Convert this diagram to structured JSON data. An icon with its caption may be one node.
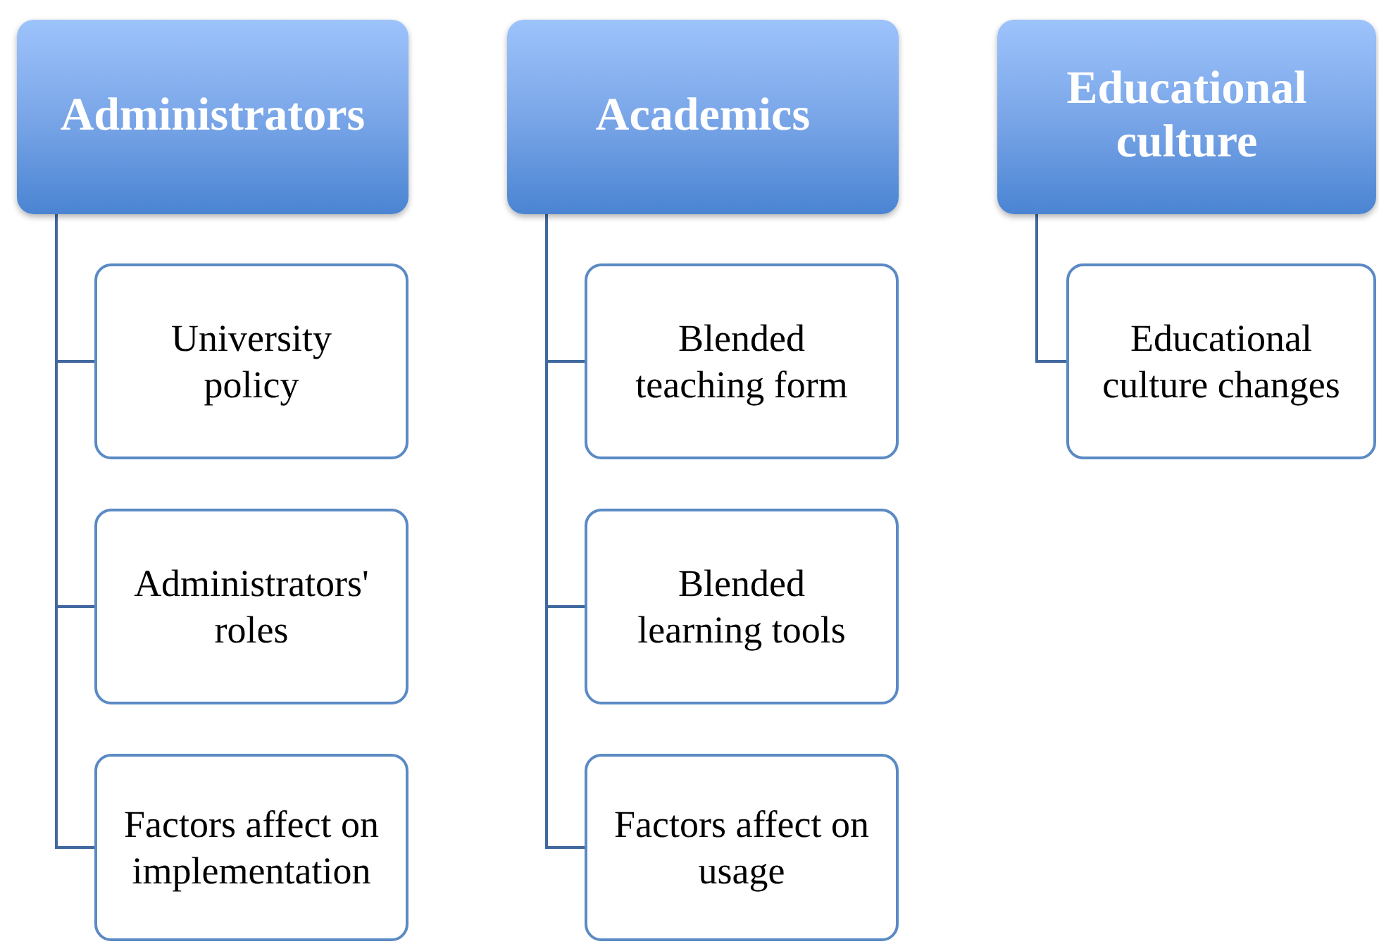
{
  "diagram": {
    "nodes": [
      {
        "text": [
          "Administrators"
        ]
      },
      {
        "text": [
          "University policy"
        ]
      },
      {
        "text": [
          "Administrators' roles"
        ]
      },
      {
        "text": [
          "Factors affect on implementation"
        ]
      },
      {
        "text": [
          "Academics"
        ]
      },
      {
        "text": [
          "Blended teaching form"
        ]
      },
      {
        "text": [
          "Blended learning tools"
        ]
      },
      {
        "text": [
          "Factors affect on usage"
        ]
      },
      {
        "text": [
          "Educational culture"
        ]
      },
      {
        "text": [
          "Educational culture changes"
        ]
      }
    ],
    "edges": [
      {
        "from": 0,
        "to": 1,
        "arrow": "none"
      },
      {
        "from": 0,
        "to": 2,
        "arrow": "none"
      },
      {
        "from": 0,
        "to": 3,
        "arrow": "none"
      },
      {
        "from": 4,
        "to": 5,
        "arrow": "none"
      },
      {
        "from": 4,
        "to": 6,
        "arrow": "none"
      },
      {
        "from": 4,
        "to": 7,
        "arrow": "none"
      },
      {
        "from": 8,
        "to": 9,
        "arrow": "none"
      }
    ]
  }
}
